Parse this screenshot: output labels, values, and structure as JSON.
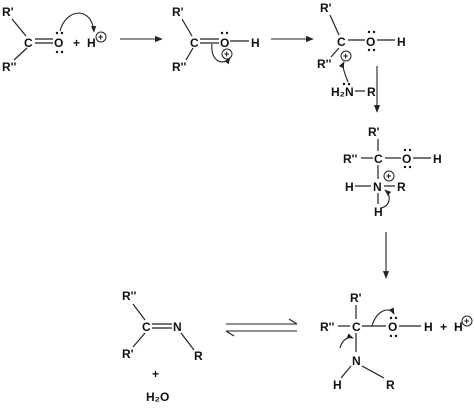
{
  "labels": {
    "R1": "R'",
    "R2": "R''",
    "C": "C",
    "O": "O",
    "N": "N",
    "H": "H",
    "R": "R",
    "plus": "+",
    "H2N": "H₂N",
    "H2O": "H₂O",
    "neg": "−"
  }
}
